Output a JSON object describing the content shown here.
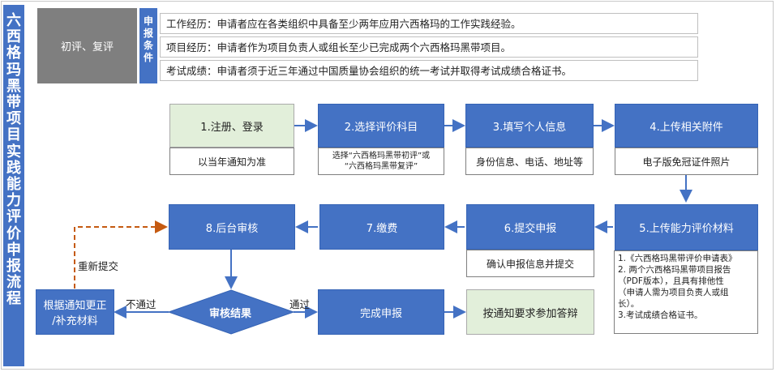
{
  "title_vertical": "六西格玛黑带项目实践能力评价申报流程",
  "category": "初评、复评",
  "req_label": "申报条件",
  "requirements": [
    "工作经历：申请者应在各类组织中具备至少两年应用六西格玛的工作实践经验。",
    "项目经历：申请者作为项目负责人或组长至少已完成两个六西格玛黑带项目。",
    "考试成绩：申请者须于近三年通过中国质量协会组织的统一考试并取得考试成绩合格证书。"
  ],
  "steps": {
    "s1": {
      "title": "1.注册、登录",
      "desc": "以当年通知为准"
    },
    "s2": {
      "title": "2.选择评价科目",
      "desc1": "选择“六西格玛黑带初评”或",
      "desc2": "“六西格玛黑带复评”"
    },
    "s3": {
      "title": "3.填写个人信息",
      "desc": "身份信息、电话、地址等"
    },
    "s4": {
      "title": "4.上传相关附件",
      "desc": "电子版免冠证件照片"
    },
    "s5": {
      "title": "5.上传能力评价材料",
      "desc": [
        "1.《六西格玛黑带评价申请表》",
        "2. 两个六西格玛黑带项目报告",
        "（PDF版本），且具有排他性",
        "（申请人需为项目负责人或组",
        "长）。",
        "3.考试成绩合格证书。"
      ]
    },
    "s6": {
      "title": "6.提交申报",
      "desc": "确认申报信息并提交"
    },
    "s7": {
      "title": "7.缴费"
    },
    "s8": {
      "title": "8.后台审核"
    }
  },
  "decision": "审核结果",
  "fail_label": "不通过",
  "pass_label": "通过",
  "resubmit_label": "重新提交",
  "fix_box1": "根据通知更正",
  "fix_box2": "/补充材料",
  "complete": "完成申报",
  "defense": "按通知要求参加答辩",
  "colors": {
    "blue": "#4472c4",
    "green": "#e2efda",
    "gray": "#7f7f7f",
    "dashed": "#c55a11"
  }
}
